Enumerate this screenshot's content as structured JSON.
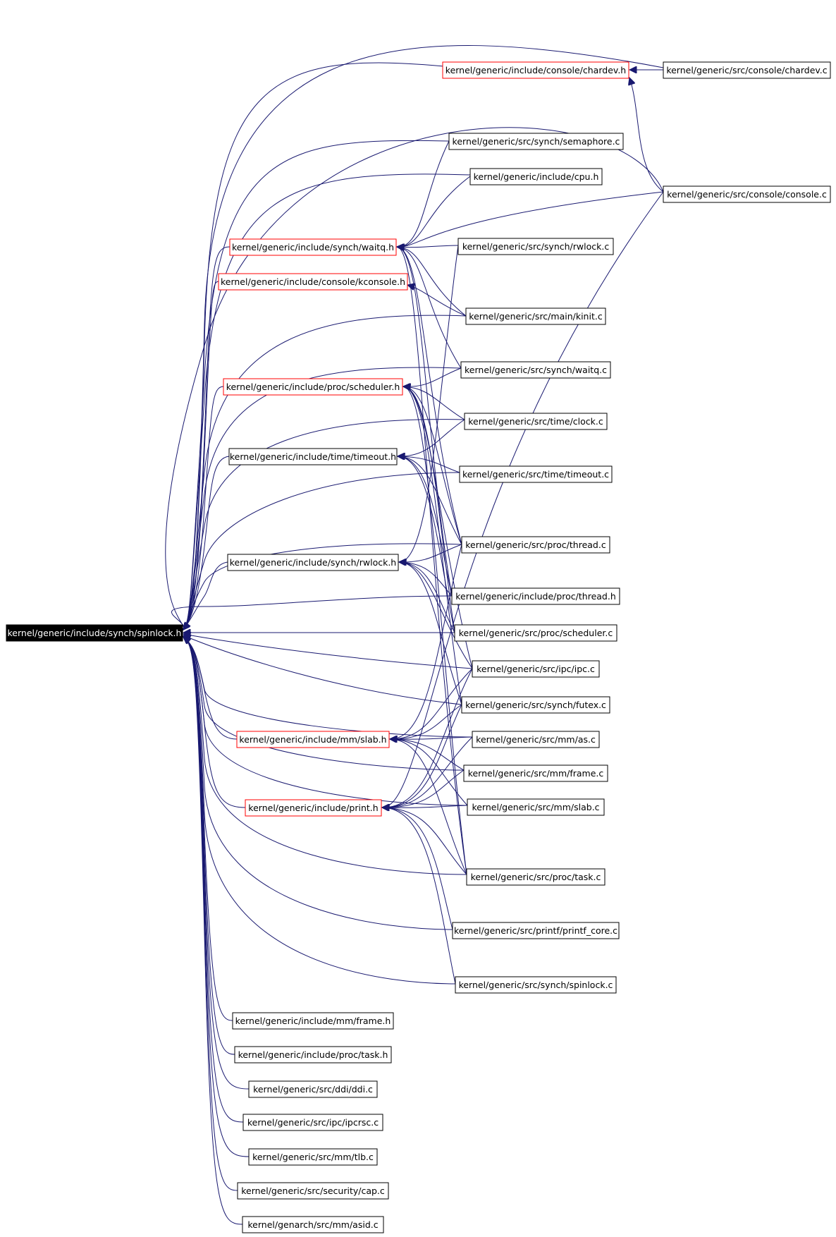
{
  "colors": {
    "edge": "#191970",
    "root_fill": "#000000",
    "root_text": "#ffffff",
    "highlight_border": "#ff0000",
    "normal_border": "#000000"
  },
  "nodes": {
    "spinlock_h": "kernel/generic/include/synch/spinlock.h",
    "chardev_h": "kernel/generic/include/console/chardev.h",
    "chardev_c": "kernel/generic/src/console/chardev.c",
    "semaphore_c": "kernel/generic/src/synch/semaphore.c",
    "cpu_h": "kernel/generic/include/cpu.h",
    "console_c": "kernel/generic/src/console/console.c",
    "waitq_h": "kernel/generic/include/synch/waitq.h",
    "rwlock_c": "kernel/generic/src/synch/rwlock.c",
    "kconsole_h": "kernel/generic/include/console/kconsole.h",
    "kinit_c": "kernel/generic/src/main/kinit.c",
    "waitq_c": "kernel/generic/src/synch/waitq.c",
    "scheduler_h": "kernel/generic/include/proc/scheduler.h",
    "clock_c": "kernel/generic/src/time/clock.c",
    "timeout_h": "kernel/generic/include/time/timeout.h",
    "timeout_c": "kernel/generic/src/time/timeout.c",
    "thread_c": "kernel/generic/src/proc/thread.c",
    "rwlock_h": "kernel/generic/include/synch/rwlock.h",
    "thread_h": "kernel/generic/include/proc/thread.h",
    "scheduler_c": "kernel/generic/src/proc/scheduler.c",
    "ipc_c": "kernel/generic/src/ipc/ipc.c",
    "futex_c": "kernel/generic/src/synch/futex.c",
    "slab_h": "kernel/generic/include/mm/slab.h",
    "as_c": "kernel/generic/src/mm/as.c",
    "frame_c": "kernel/generic/src/mm/frame.c",
    "print_h": "kernel/generic/include/print.h",
    "slab_c": "kernel/generic/src/mm/slab.c",
    "task_c": "kernel/generic/src/proc/task.c",
    "printf_core_c": "kernel/generic/src/printf/printf_core.c",
    "spinlock_c": "kernel/generic/src/synch/spinlock.c",
    "frame_h": "kernel/generic/include/mm/frame.h",
    "task_h": "kernel/generic/include/proc/task.h",
    "ddi_c": "kernel/generic/src/ddi/ddi.c",
    "ipcrsc_c": "kernel/generic/src/ipc/ipcrsc.c",
    "tlb_c": "kernel/generic/src/mm/tlb.c",
    "cap_c": "kernel/generic/src/security/cap.c",
    "asid_c": "kernel/genarch/src/mm/asid.c"
  }
}
